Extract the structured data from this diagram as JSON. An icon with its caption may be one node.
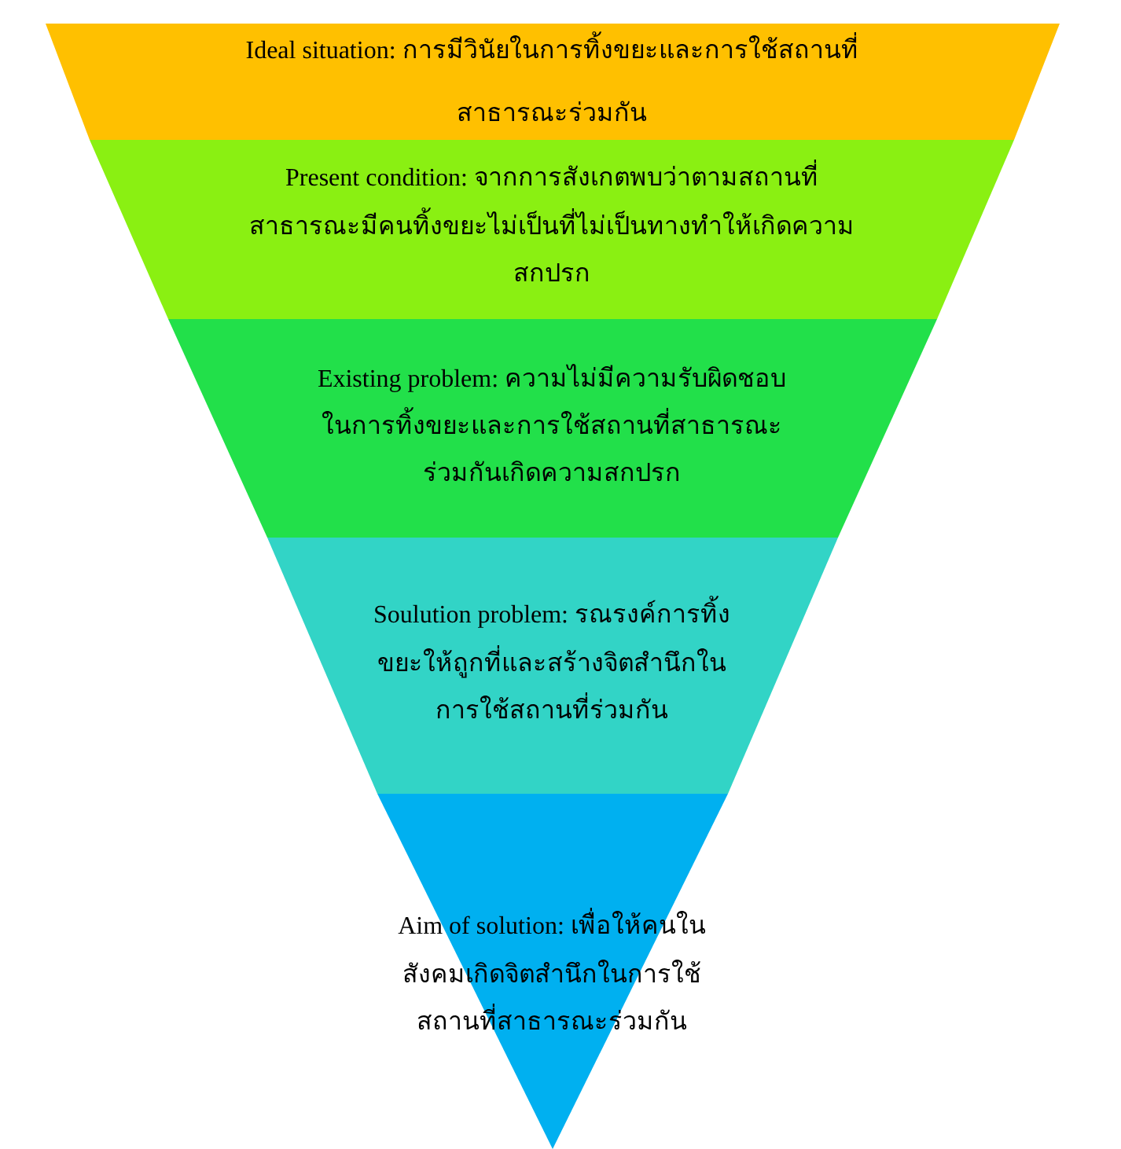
{
  "diagram": {
    "nodes": [
      {
        "text": [
          "Ideal situation: การมีวินัยในการทิ้งขยะและการใช้สถานที่สาธารณะร่วมกัน"
        ]
      },
      {
        "text": [
          "Present condition: จากการสังเกตพบว่าตามสถานที่สาธารณะมีคนทิ้งขยะไม่เป็นที่ไม่เป็นทางทำให้เกิดความสกปรก"
        ]
      },
      {
        "text": [
          "Existing problem: ความไม่มีความรับผิดชอบในการทิ้งขยะและการใช้สถานที่สาธารณะร่วมกันเกิดความสกปรก"
        ]
      },
      {
        "text": [
          "Soulution problem: รณรงค์การทิ้งขยะให้ถูกที่และสร้างจิตสำนึกในการใช้สถานที่ร่วมกัน"
        ]
      },
      {
        "text": [
          "Aim of solution: เพื่อให้คนในสังคมเกิดจิตสำนึกในการใช้สถานที่สาธารณะร่วมกัน"
        ]
      }
    ]
  }
}
